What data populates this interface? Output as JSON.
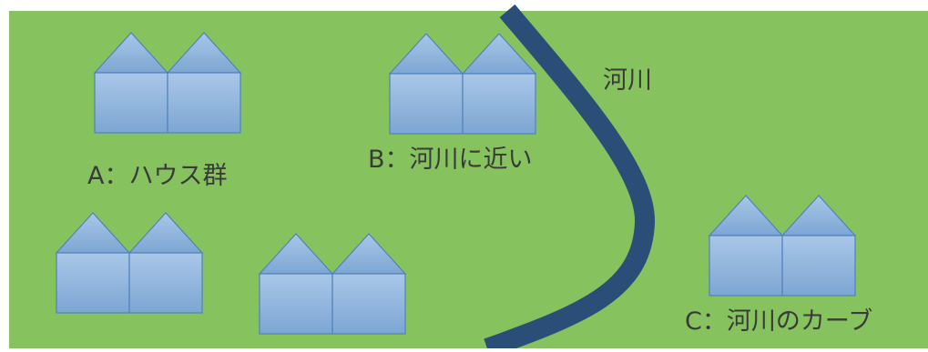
{
  "colors": {
    "field": "#86c35f",
    "river": "#2b4e78",
    "house_fill_top": "#a9c7e8",
    "house_fill_bottom": "#7da6d3",
    "house_stroke": "#4f81bd",
    "text": "#3a3a3a"
  },
  "labels": {
    "river": "河川",
    "group_a": "A：ハウス群",
    "group_b": "B：河川に近い",
    "group_c": "C：河川のカーブ"
  },
  "greenhouses": [
    {
      "id": "a-top",
      "group": "A"
    },
    {
      "id": "a-bottom-left",
      "group": "A"
    },
    {
      "id": "a-bottom-right",
      "group": "A"
    },
    {
      "id": "b",
      "group": "B"
    },
    {
      "id": "c",
      "group": "C"
    }
  ]
}
